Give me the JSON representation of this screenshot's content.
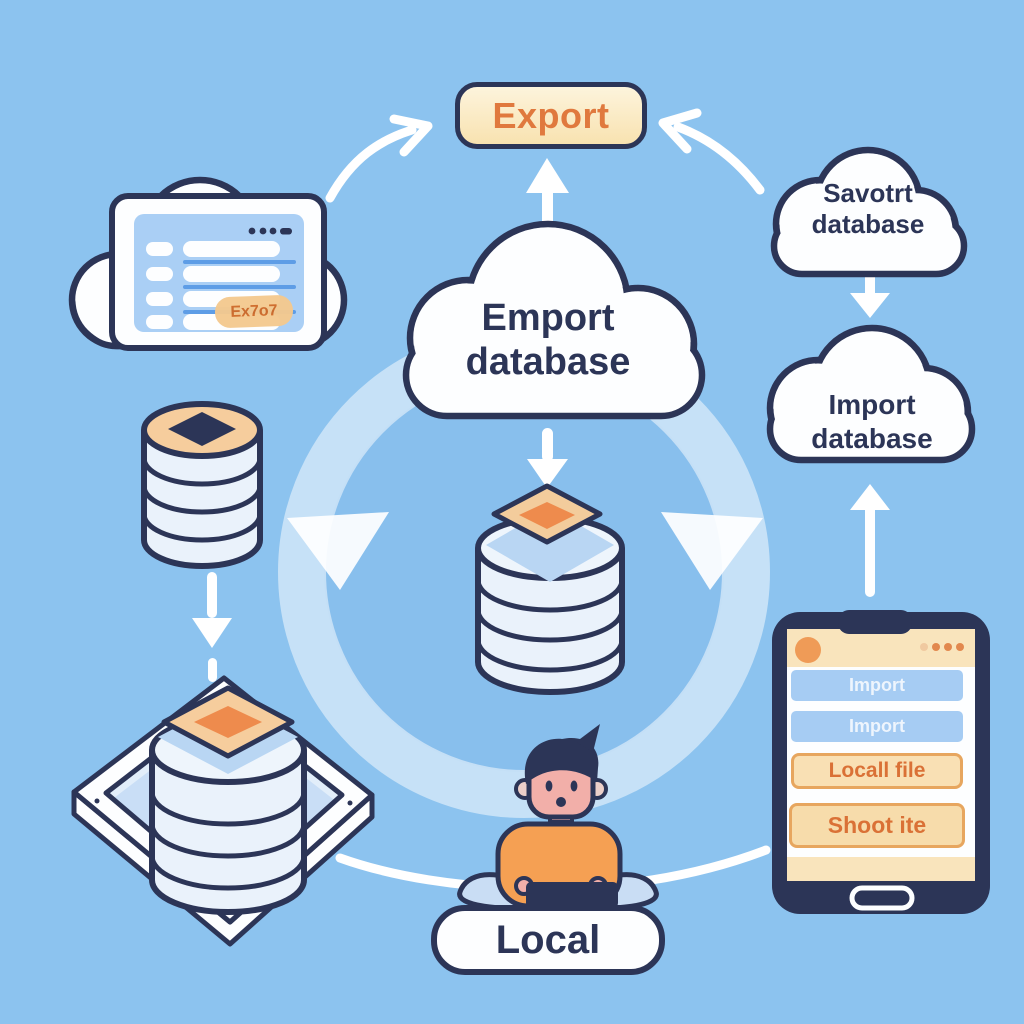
{
  "colors": {
    "background": "#8cc3ef",
    "outline_navy": "#2c3557",
    "accent_orange": "#e0793e",
    "cream": "#f9e4bc",
    "peach": "#f6cd9d",
    "panel_blue": "#aacff5",
    "button_blue": "#a6ccf3",
    "white": "#fdfeff"
  },
  "export_button": {
    "label": "Export"
  },
  "clouds": {
    "center": {
      "line1": "Emport",
      "line2": "database"
    },
    "top_right": {
      "line1": "Savotrt",
      "line2": "database"
    },
    "right": {
      "line1": "Import",
      "line2": "database"
    }
  },
  "browser_card": {
    "badge_label": "Ex7o7"
  },
  "phone": {
    "buttons": [
      {
        "label": "Import",
        "style": "blue"
      },
      {
        "label": "Import",
        "style": "blue"
      },
      {
        "label": "Locall file",
        "style": "cream"
      },
      {
        "label": "Shoot ite",
        "style": "cream"
      }
    ]
  },
  "local_button": {
    "label": "Local"
  },
  "icons": {
    "top_left": "cloud-browser-window-icon",
    "left": "database-cylinder-icon",
    "bottom_left": "database-in-tray-icon",
    "center": "database-cylinder-icon",
    "top_right": "cloud-icon",
    "right": "cloud-icon",
    "bottom_right": "smartphone-icon",
    "bottom_center": "person-with-laptop-icon",
    "ring": "sync-cycle-ring-icon"
  }
}
